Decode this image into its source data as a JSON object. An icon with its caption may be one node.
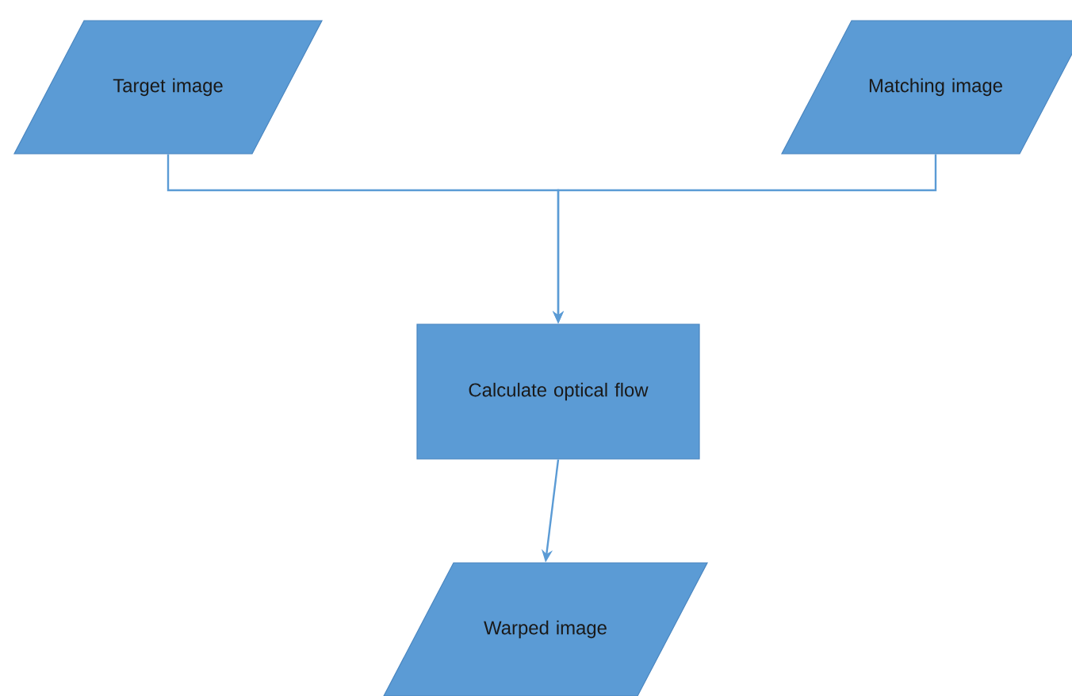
{
  "diagram": {
    "nodes": [
      {
        "text": [
          "Target  image"
        ]
      },
      {
        "text": [
          "Matching image"
        ]
      },
      {
        "text": [
          "Calculate optical flow"
        ]
      },
      {
        "text": [
          "Warped image"
        ]
      }
    ],
    "edges": [
      {
        "from": 0,
        "to": 2,
        "arrow": "to"
      },
      {
        "from": 1,
        "to": 2,
        "arrow": "to"
      },
      {
        "from": 2,
        "to": 3,
        "arrow": "to"
      }
    ]
  }
}
